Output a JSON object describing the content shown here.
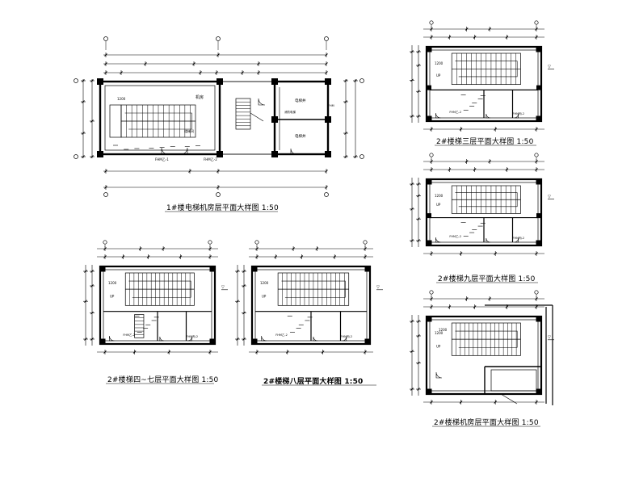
{
  "drawings": [
    {
      "key": "d1",
      "caption": "1#楼电梯机房层平面大样图 1:50",
      "bold": false
    },
    {
      "key": "d2",
      "caption": "2#楼梯三层平面大样图 1:50",
      "bold": false
    },
    {
      "key": "d3",
      "caption": "2#楼梯九层平面大样图 1:50",
      "bold": false
    },
    {
      "key": "d4",
      "caption": "2#楼梯四~七层平面大样图 1:50",
      "bold": false
    },
    {
      "key": "d5",
      "caption": "2#楼梯八层平面大样图 1:50",
      "bold": true
    },
    {
      "key": "d6",
      "caption": "2#楼梯机房层平面大样图 1:50",
      "bold": false
    }
  ],
  "colors": {
    "line": "#000000",
    "background": "#ffffff"
  }
}
